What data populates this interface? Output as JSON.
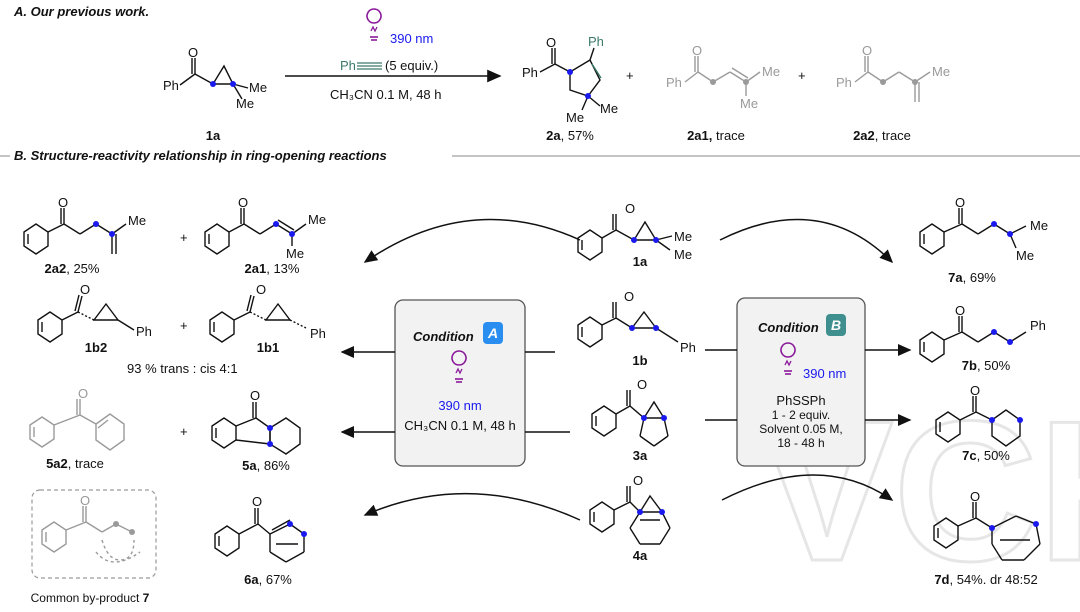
{
  "section_a": {
    "title": "A. Our previous work.",
    "reagent": "(5 equiv.)",
    "reagent_ph": "Ph",
    "light": "390 nm",
    "conditions": "CH₃CN 0.1 M, 48 h",
    "sm_label": "1a",
    "plus": "+",
    "p1_id": "2a",
    "p1_rest": ", 57%",
    "p2_id": "2a1,",
    "p2_rest": " trace",
    "p3_id": "2a2",
    "p3_rest": ", trace",
    "ph": "Ph",
    "me": "Me",
    "o": "O"
  },
  "section_b": {
    "title": "B. Structure-reactivity relationship in ring-opening reactions",
    "condition_a": {
      "title": "Condition",
      "badge": "A",
      "light": "390 nm",
      "conditions": "CH₃CN 0.1 M, 48 h"
    },
    "condition_b": {
      "title": "Condition",
      "badge": "B",
      "light": "390 nm",
      "line1": "PhSSPh",
      "line2": "1 - 2 equiv.",
      "line3": "Solvent 0.05 M,",
      "line4": "18 - 48 h"
    },
    "left": {
      "r1a_id": "2a2",
      "r1a_rest": ", 25%",
      "r1b_id": "2a1",
      "r1b_rest": ", 13%",
      "r2a_id": "1b2",
      "r2b_id": "1b1",
      "r2_note": "93 % trans : cis 4:1",
      "r3a_id": "5a2",
      "r3a_rest": ", trace",
      "r3b_id": "5a",
      "r3b_rest": ", 86%",
      "r4_note_pre": "Common by-product ",
      "r4_note_id": "7",
      "r4b_id": "6a",
      "r4b_rest": ", 67%"
    },
    "center": {
      "s1": "1a",
      "s2": "1b",
      "s3": "3a",
      "s4": "4a"
    },
    "right": {
      "p1_id": "7a",
      "p1_rest": ", 69%",
      "p2_id": "7b",
      "p2_rest": ", 50%",
      "p3_id": "7c",
      "p3_rest": ", 50%",
      "p4_id": "7d",
      "p4_rest": ", 54%. dr 48:52"
    }
  },
  "colors": {
    "blue_atom": "#1a1aee",
    "light_purple": "#8a1a9a",
    "badge_a": "#2a8ef0",
    "badge_b": "#3f8f8f",
    "alkyne_green": "#3a7a6a",
    "grey": "#9a9a9a"
  }
}
